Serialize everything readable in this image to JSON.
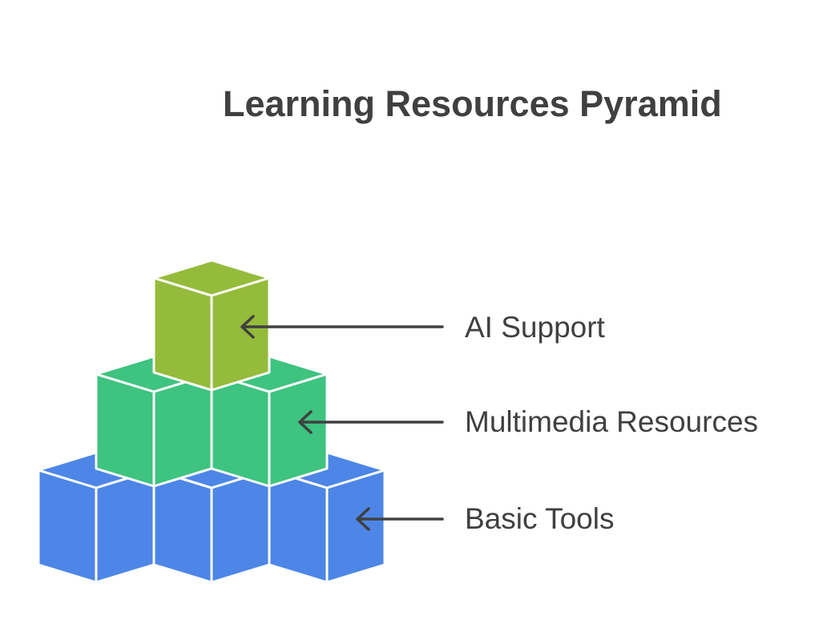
{
  "title": "Learning Resources Pyramid",
  "levels": [
    {
      "label": "AI Support",
      "color": "#95bb3b"
    },
    {
      "label": "Multimedia Resources",
      "color": "#3ec380"
    },
    {
      "label": "Basic Tools",
      "color": "#4d86e6"
    }
  ],
  "colors": {
    "text": "#404040",
    "arrow": "#404040",
    "edge": "#ffffff"
  }
}
